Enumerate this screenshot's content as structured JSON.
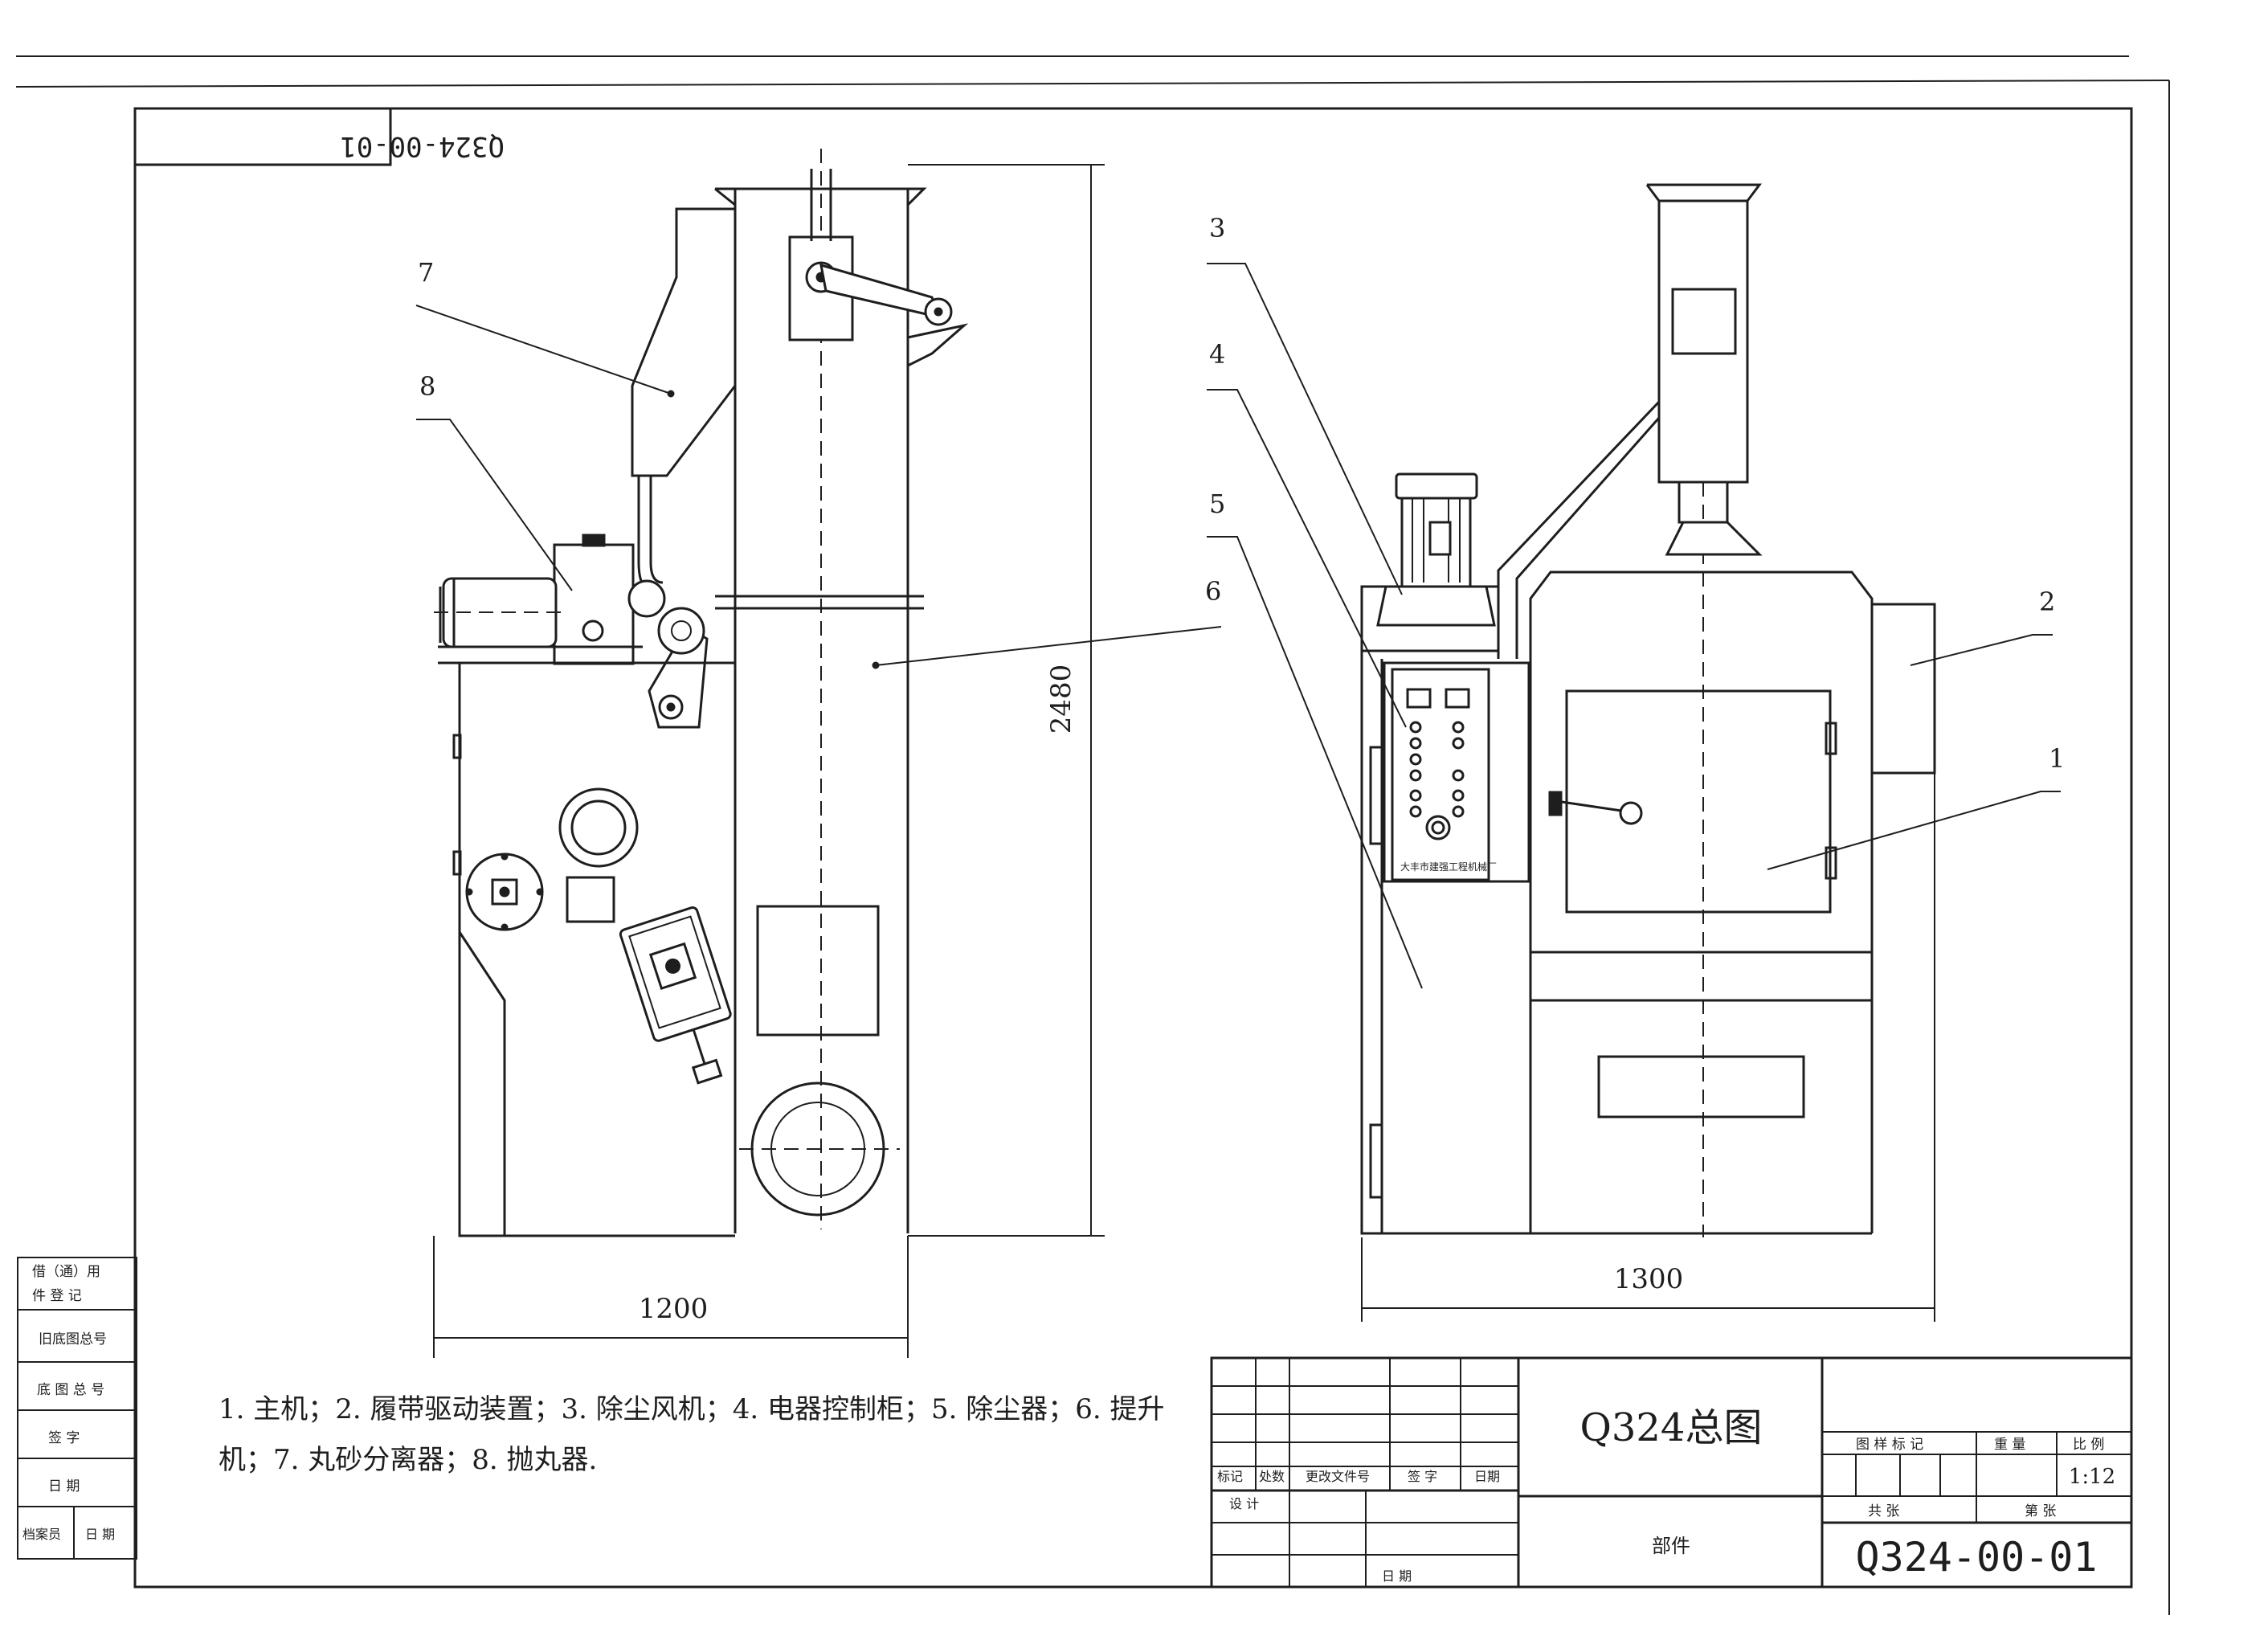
{
  "drawing_code": "Q324-00-01",
  "drawing_code_mirrored": "Q324-00-01",
  "drawing_title": "Q324总图",
  "part_label": "部件",
  "scale_label": "比 例",
  "scale_value": "1:12",
  "weight_label": "重 量",
  "sample_mark_label": "图 样 标 记",
  "total_sheets_label": "共 张",
  "sheet_no_label": "第 张",
  "revision_headers": {
    "mark": "标记",
    "count": "处数",
    "doc_no": "更改文件号",
    "signature": "签 字",
    "date": "日期",
    "design": "设 计",
    "date2": "日 期"
  },
  "side_stamps": [
    "借（通）用",
    "件 登 记",
    "旧底图总号",
    "底 图 总 号",
    "签 字",
    "日 期",
    "档案员",
    "日 期"
  ],
  "dimensions": {
    "height": "2480",
    "width_left": "1200",
    "width_right": "1300"
  },
  "callouts": [
    "1",
    "2",
    "3",
    "4",
    "5",
    "6",
    "7",
    "8"
  ],
  "panel_plate_text": "大丰市建强工程机械厂",
  "legend_line1": "1. 主机；2. 履带驱动装置；3. 除尘风机；4. 电器控制柜；5. 除尘器；6. 提升",
  "legend_line2": "机；7. 丸砂分离器；8. 抛丸器."
}
